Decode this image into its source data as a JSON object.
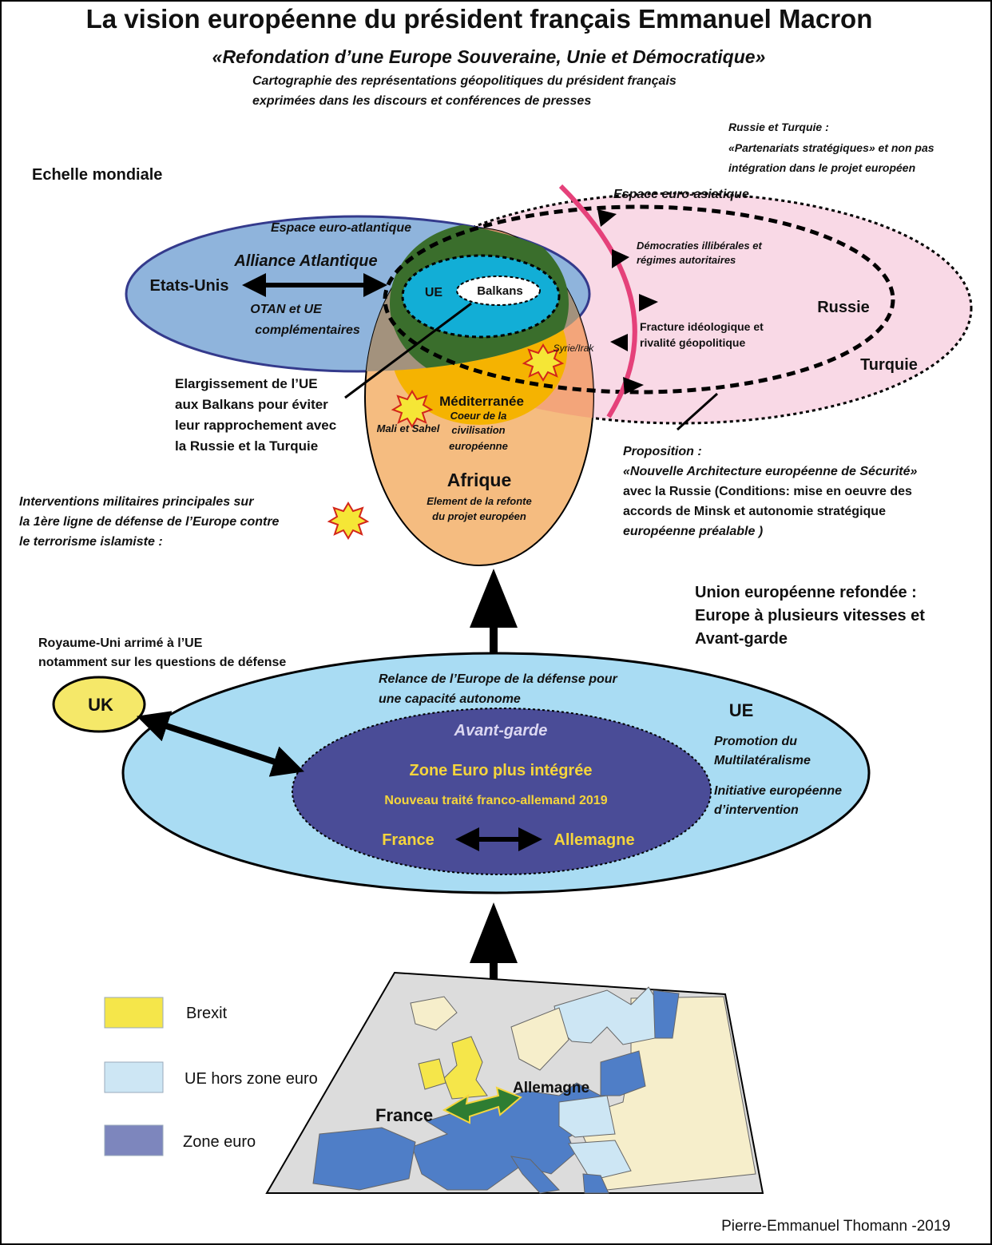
{
  "header": {
    "title": "La vision européenne du président français Emmanuel Macron",
    "subtitle": "«Refondation d’une Europe Souveraine, Unie et Démocratique»",
    "description_line1": "Cartographie des représentations géopolitiques du président français",
    "description_line2": "exprimées dans les discours  et conférences de presses"
  },
  "world": {
    "scale_label": "Echelle mondiale",
    "russia_turkey_note": [
      "Russie et Turquie :",
      "«Partenariats stratégiques» et non pas",
      "intégration dans le projet européen"
    ],
    "euro_asian_space": "Espace euro-asiatique",
    "illiberal_democracies": [
      "Démocraties illibérales et",
      "régimes autoritaires"
    ],
    "russia": "Russie",
    "turkey": "Turquie",
    "ideological_fracture": [
      "Fracture idéologique et",
      "rivalité géopolitique"
    ],
    "euro_atlantic_space": "Espace euro-atlantique",
    "atlantic_alliance": "Alliance Atlantique",
    "usa": "Etats-Unis",
    "nato_eu": [
      "OTAN et UE",
      "complémentaires"
    ],
    "eu": "UE",
    "balkans": "Balkans",
    "syria_iraq": "Syrie/Irak",
    "mediterranean": "Méditerranée",
    "heart_civilisation": [
      "Coeur de la",
      "civilisation",
      "européenne"
    ],
    "mali_sahel": "Mali et Sahel",
    "africa": "Afrique",
    "africa_note": [
      "Element de la refonte",
      "du projet européen"
    ],
    "balkans_enlargement": [
      "Elargissement de l’UE",
      "aux Balkans pour éviter",
      "leur rapprochement avec",
      "la Russie et la Turquie"
    ],
    "military_interventions": [
      "Interventions militaires principales sur",
      "la 1ère ligne de défense de l’Europe contre",
      "le terrorisme islamiste :"
    ],
    "security_proposal": [
      "Proposition :",
      "«Nouvelle Architecture européenne de Sécurité»",
      " avec la Russie (Conditions: mise en oeuvre des",
      " accords de Minsk et autonomie stratégique",
      " européenne préalable )"
    ]
  },
  "union": {
    "refounded_title": [
      "Union européenne refondée :",
      "Europe à plusieurs vitesses et",
      "Avant-garde"
    ],
    "uk_note": [
      "Royaume-Uni arrimé à l’UE",
      "notamment sur les questions de défense"
    ],
    "uk": "UK",
    "defence_relaunch": [
      "Relance de l’Europe de la défense pour",
      "une capacité autonome"
    ],
    "eu": "UE",
    "multilateralism": [
      "Promotion du",
      "Multilatéralisme"
    ],
    "intervention_initiative": [
      "Initiative européenne",
      "d’intervention"
    ],
    "vanguard": "Avant-garde",
    "integrated_eurozone": "Zone Euro plus intégrée",
    "treaty": "Nouveau traité franco-allemand  2019",
    "france": "France",
    "germany": "Allemagne"
  },
  "map": {
    "france": "France",
    "germany": "Allemagne"
  },
  "legend": {
    "items": [
      {
        "label": "Brexit",
        "color": "#f5e64a"
      },
      {
        "label": "UE hors zone euro",
        "color": "#cde6f4"
      },
      {
        "label": "Zone euro",
        "color": "#7d86bd"
      }
    ]
  },
  "credit": "Pierre-Emmanuel Thomann -2019",
  "colors": {
    "euro_atlantic": "#8fb4dc",
    "euro_asian": "#f9d9e6",
    "africa": "#f5bc80",
    "mediterranean": "#f5b301",
    "green_core": "#3a6e2c",
    "eu_core": "#12aed6",
    "eu_outer": "#a9dcf3",
    "eurozone": "#4a4c97",
    "uk": "#f5e869",
    "fracture_line": "#e5417a",
    "yellow_text": "#f5d53c"
  }
}
